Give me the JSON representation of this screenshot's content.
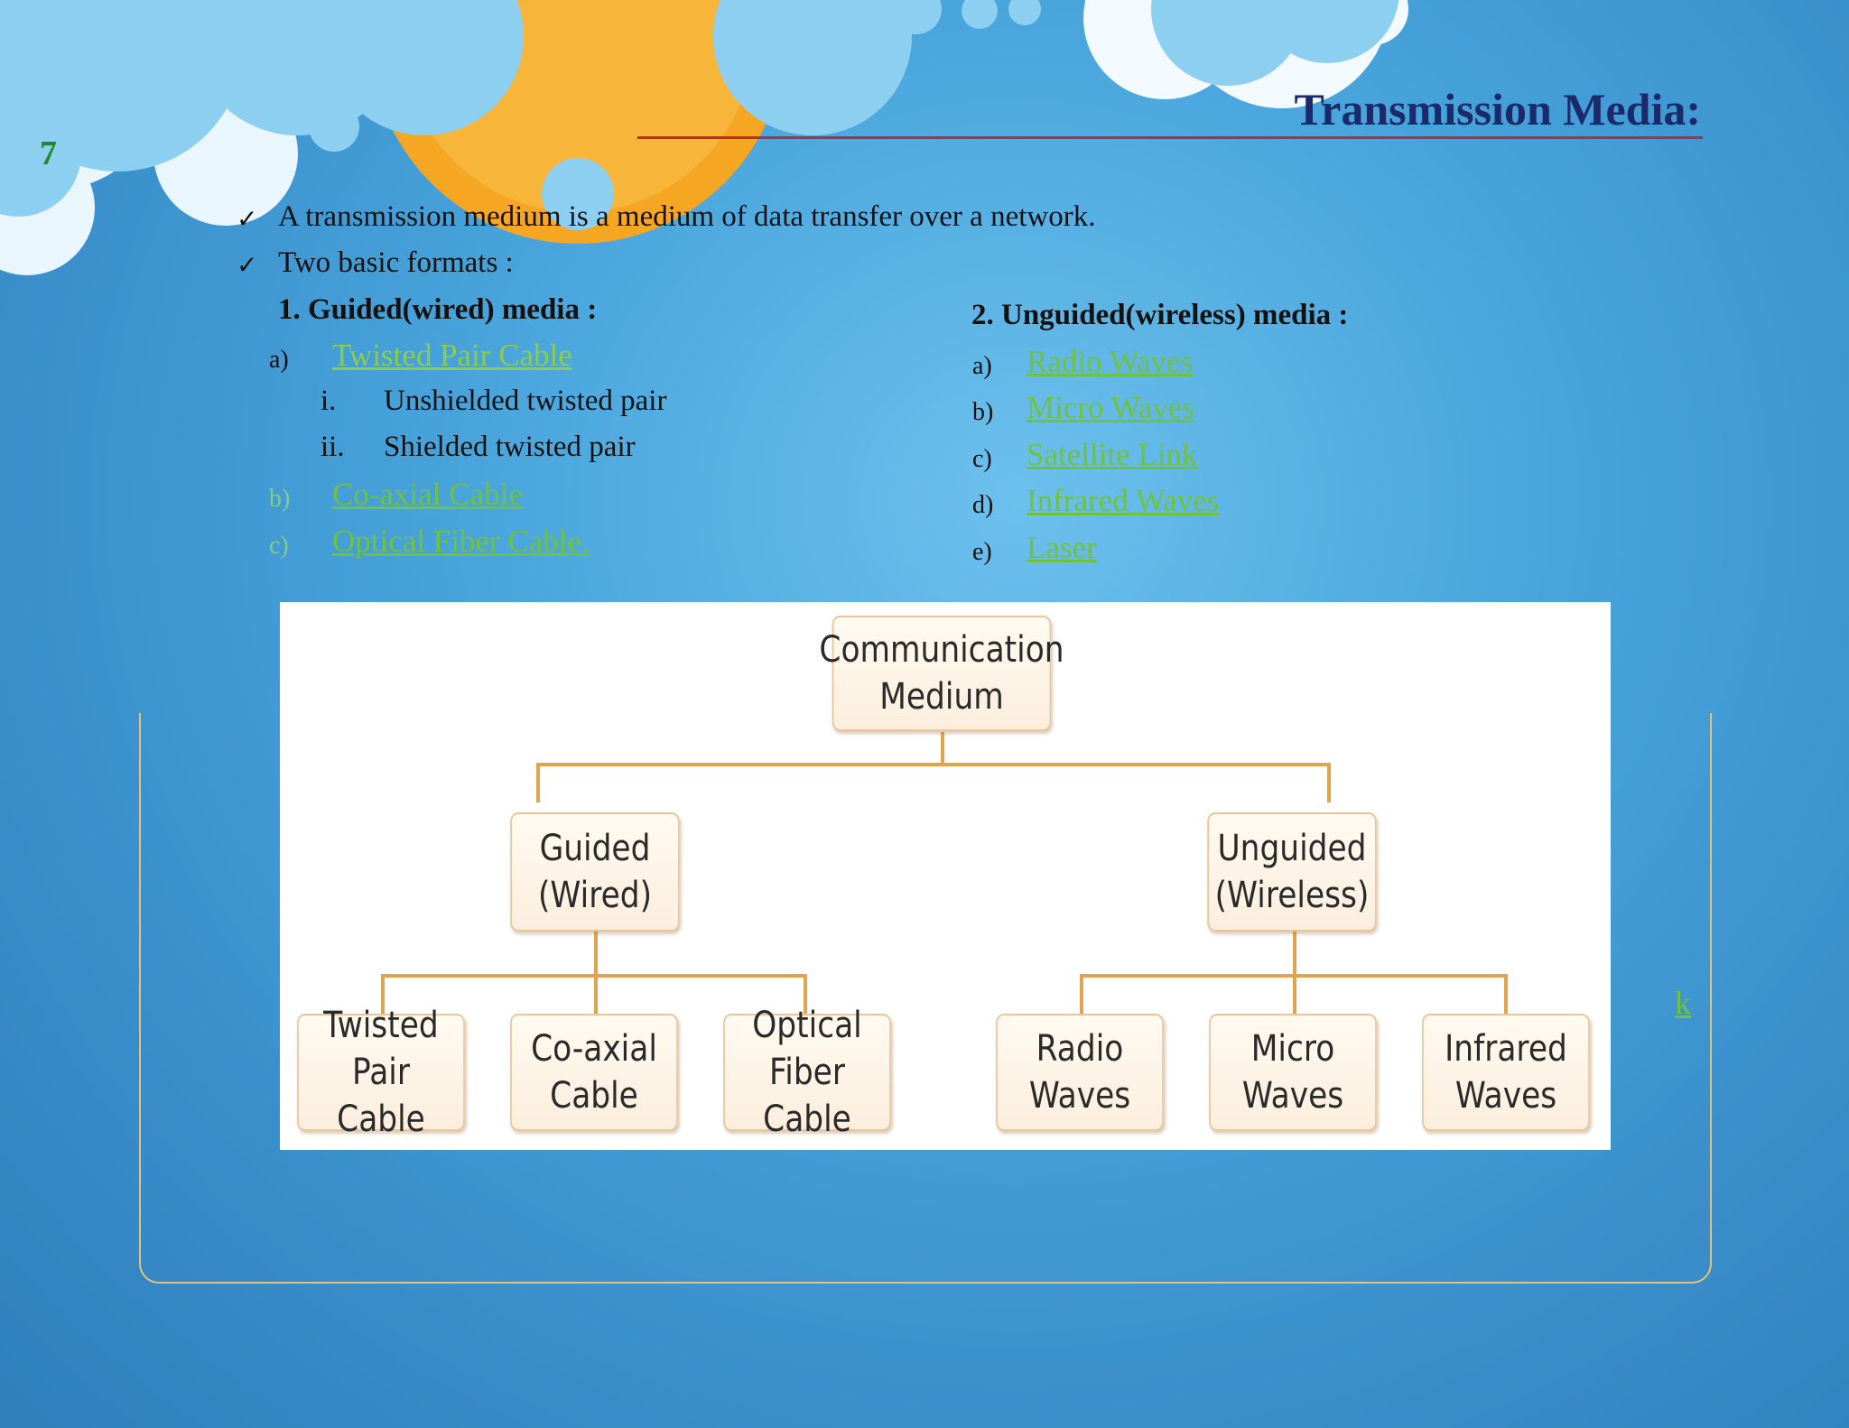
{
  "slide": {
    "number": "7",
    "title": "Transmission Media:"
  },
  "bullets": [
    "A transmission medium is a medium of data transfer over a network.",
    "Two basic formats :"
  ],
  "guided": {
    "heading": "1. Guided(wired)  media :",
    "items": [
      {
        "marker": "a)",
        "label": "Twisted Pair Cable"
      },
      {
        "marker": "b)",
        "label": "Co-axial Cable"
      },
      {
        "marker": "c)",
        "label": "Optical Fiber Cable."
      }
    ],
    "subitems": [
      {
        "marker": "i.",
        "label": "Unshielded twisted pair"
      },
      {
        "marker": "ii.",
        "label": "Shielded twisted pair"
      }
    ]
  },
  "unguided": {
    "heading": "2. Unguided(wireless)  media :",
    "items": [
      {
        "marker": "a)",
        "label": "Radio Waves"
      },
      {
        "marker": "b)",
        "label": "Micro Waves"
      },
      {
        "marker": "c)",
        "label": "Satellite Link"
      },
      {
        "marker": "d)",
        "label": "Infrared Waves"
      },
      {
        "marker": "e)",
        "label": " Laser"
      }
    ]
  },
  "diagram": {
    "root": "Communication\nMedium",
    "guided": "Guided\n(Wired)",
    "unguided": "Unguided\n(Wireless)",
    "guided_children": [
      "Twisted Pair\nCable",
      "Co-axial\nCable",
      "Optical Fiber\nCable"
    ],
    "unguided_children": [
      "Radio\nWaves",
      "Micro\nWaves",
      "Infrared\nWaves"
    ]
  },
  "stray_link": "k",
  "icons": {
    "bullet": "checkmark-icon"
  },
  "colors": {
    "title": "#1a2a6b",
    "link": "#6fc23e",
    "accent_rule": "#c0292f",
    "slide_number": "#1f8a2a"
  }
}
